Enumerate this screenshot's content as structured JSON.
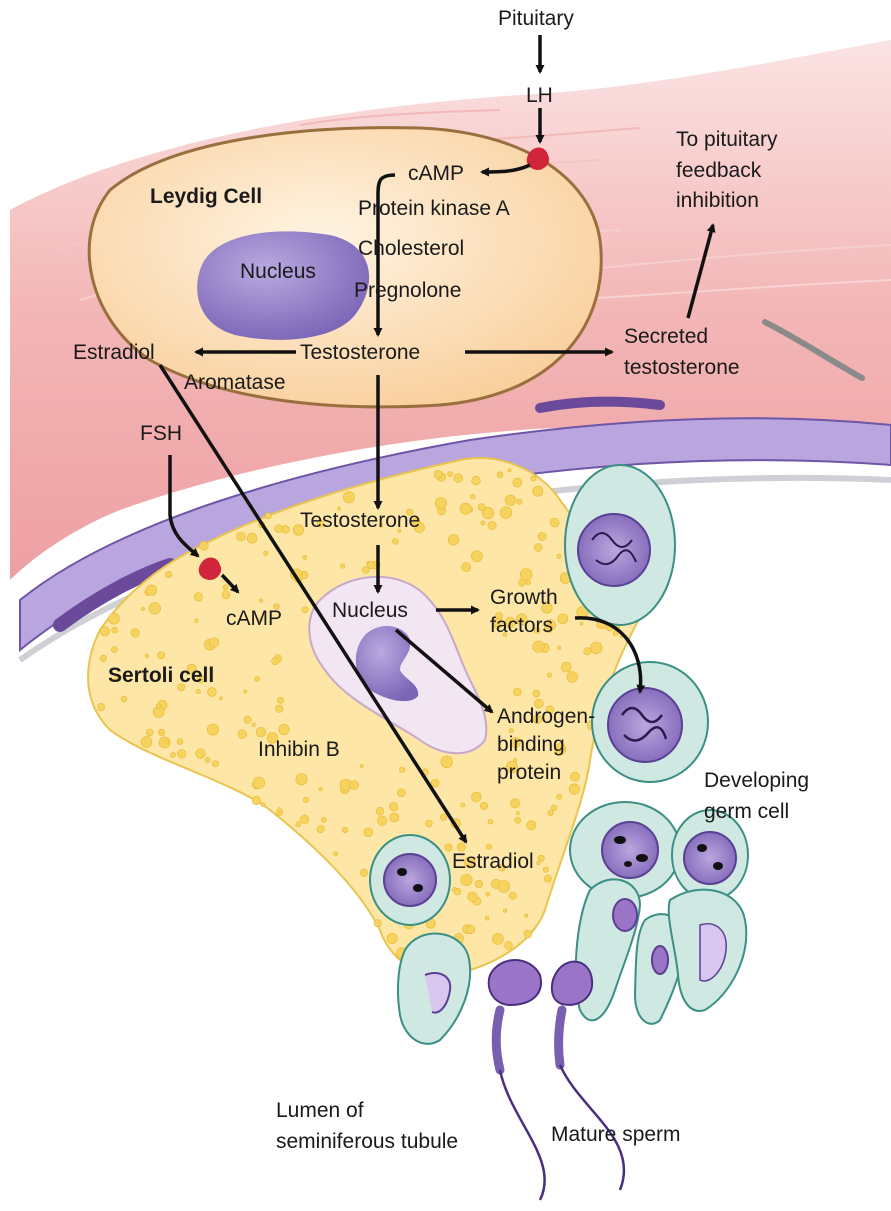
{
  "labels": {
    "pituitary": "Pituitary",
    "lh": "LH",
    "camp_leydig": "cAMP",
    "protein_kinase": "Protein kinase A",
    "cholesterol": "Cholesterol",
    "pregnolone": "Pregnolone",
    "leydig_cell": "Leydig Cell",
    "nucleus_leydig": "Nucleus",
    "testosterone_leydig": "Testosterone",
    "estradiol_top": "Estradiol",
    "aromatase": "Aromatase",
    "feedback_line1": "To pituitary",
    "feedback_line2": "feedback",
    "feedback_line3": "inhibition",
    "secreted_line1": "Secreted",
    "secreted_line2": "testosterone",
    "fsh": "FSH",
    "testosterone_sertoli": "Testosterone",
    "camp_sertoli": "cAMP",
    "nucleus_sertoli": "Nucleus",
    "growth_line1": "Growth",
    "growth_line2": "factors",
    "sertoli_cell": "Sertoli cell",
    "inhibin": "Inhibin B",
    "abp_line1": "Androgen-",
    "abp_line2": "binding",
    "abp_line3": "protein",
    "germ_line1": "Developing",
    "germ_line2": "germ cell",
    "estradiol_bottom": "Estradiol",
    "lumen_line1": "Lumen of",
    "lumen_line2": "seminiferous tubule",
    "mature_sperm": "Mature sperm"
  },
  "colors": {
    "tissue_pink": "#f3b6b6",
    "leydig_fill": "#fde0bd",
    "leydig_outline": "#9a6f3e",
    "nucleus_purple": "#8f7cc4",
    "membrane_purple": "#7a5fb0",
    "sertoli_fill": "#fde6a6",
    "granule": "#f6d35f",
    "germ_cell_fill": "#cfe8e2",
    "germ_cell_outline": "#3b8f85",
    "receptor_red": "#d0253a",
    "arrow": "#111111"
  },
  "icons": [
    "lh-receptor-icon",
    "fsh-receptor-icon"
  ]
}
